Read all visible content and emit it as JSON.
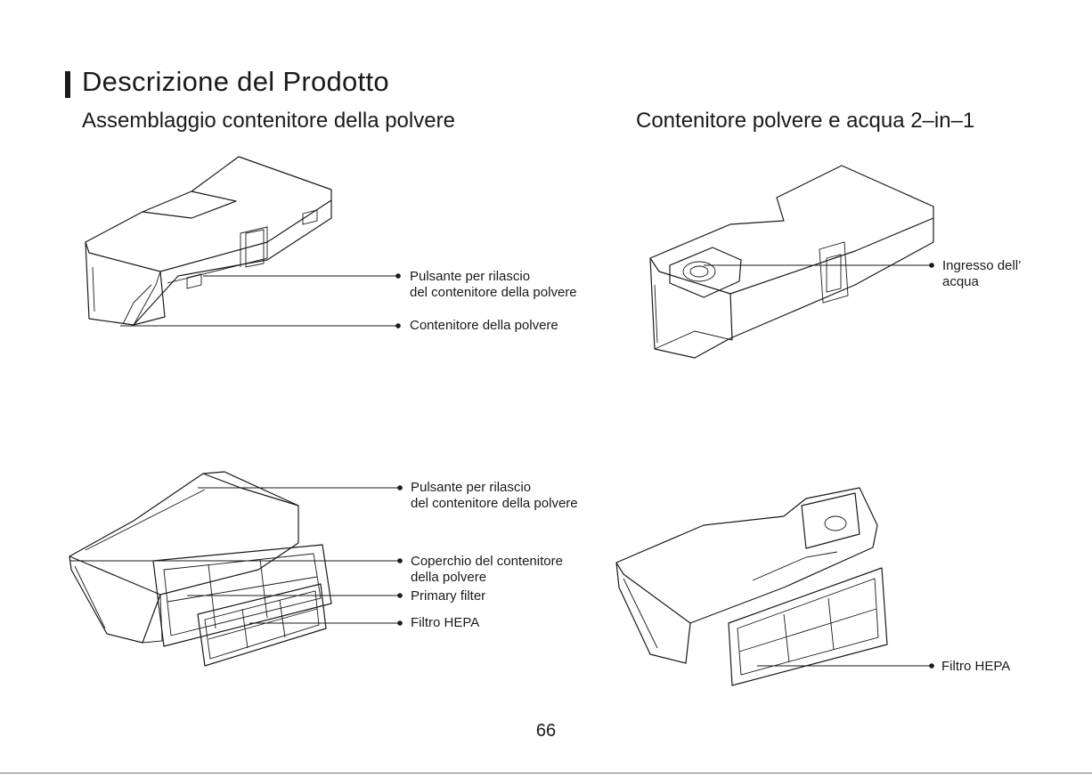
{
  "header": {
    "title": "Descrizione del Prodotto"
  },
  "left_section": {
    "title": "Assemblaggio contenitore della polvere",
    "top_figure": {
      "callouts": [
        {
          "text": "Pulsante per rilascio\ndel contenitore della polvere"
        },
        {
          "text": "Contenitore della polvere"
        }
      ]
    },
    "bottom_figure": {
      "callouts": [
        {
          "text": "Pulsante per rilascio\ndel contenitore della polvere"
        },
        {
          "text": "Coperchio del contenitore\ndella polvere"
        },
        {
          "text": "Primary filter"
        },
        {
          "text": "Filtro HEPA"
        }
      ]
    }
  },
  "right_section": {
    "title": "Contenitore polvere e acqua 2–in–1",
    "top_figure": {
      "callouts": [
        {
          "text": "Ingresso dell’\nacqua"
        }
      ]
    },
    "bottom_figure": {
      "callouts": [
        {
          "text": "Filtro HEPA"
        }
      ]
    }
  },
  "footer": {
    "page_number": "66"
  }
}
